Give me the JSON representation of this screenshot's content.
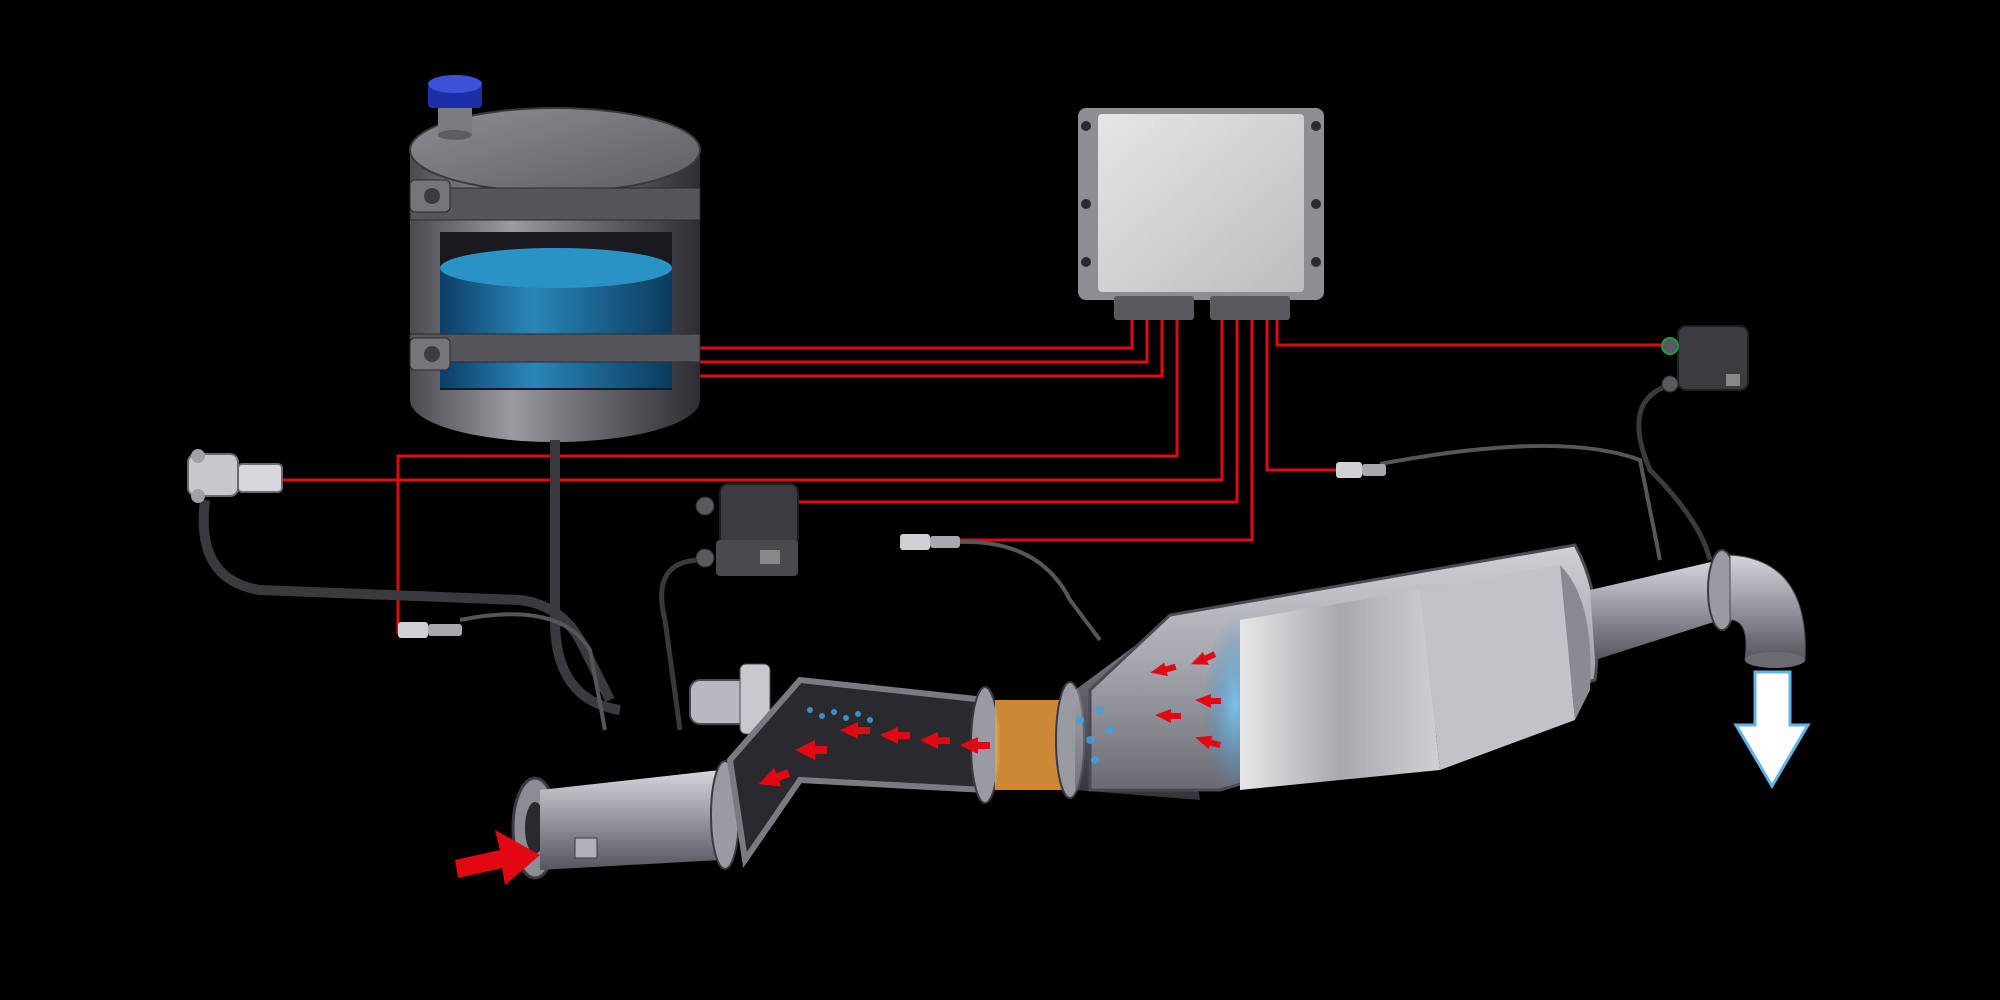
{
  "diagram": {
    "background": "#000000",
    "wire_color": "#e30613",
    "metal_color": "#b8b8bd",
    "tank_fluid_color": "#1f78a8",
    "tank_cap_color": "#1c2fa8",
    "inflow_arrow_color": "#e30613",
    "outflow_arrow_color": "#ffffff",
    "outflow_arrow_outline": "#5fb4e8",
    "flow_arrow_color": "#e30613",
    "spray_color": "#3fa0e0",
    "mixer_color": "#f0a040",
    "components": [
      {
        "name": "urea-tank",
        "icon": "cylinder-tank-icon"
      },
      {
        "name": "control-unit",
        "icon": "ecu-box-icon"
      },
      {
        "name": "pressure-sensor",
        "icon": "sensor-icon"
      },
      {
        "name": "nox-sensor-upstream",
        "icon": "sensor-module-icon"
      },
      {
        "name": "nox-sensor-downstream",
        "icon": "sensor-module-icon"
      },
      {
        "name": "temperature-probe",
        "icon": "probe-icon"
      },
      {
        "name": "dosing-injector",
        "icon": "injector-icon"
      },
      {
        "name": "catalytic-converter",
        "icon": "canister-icon"
      },
      {
        "name": "exhaust-inlet-arrow",
        "icon": "arrow-right-icon"
      },
      {
        "name": "exhaust-outlet-arrow",
        "icon": "arrow-down-icon"
      }
    ]
  }
}
